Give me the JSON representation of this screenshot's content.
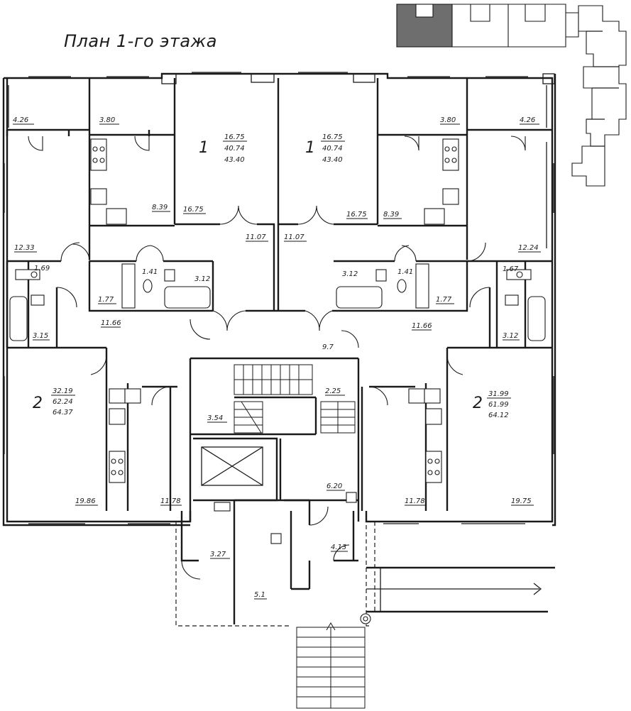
{
  "title": "План 1-го этажа",
  "colors": {
    "line": "#1a1a1a",
    "highlight": "#6e6e6e",
    "background": "#ffffff"
  },
  "apartments": [
    {
      "id": "apt-left-1",
      "rooms": "1",
      "living": "16.75",
      "total": "40.74",
      "total_with_balcony": "43.40"
    },
    {
      "id": "apt-right-1",
      "rooms": "1",
      "living": "16.75",
      "total": "40.74",
      "total_with_balcony": "43.40"
    },
    {
      "id": "apt-left-2",
      "rooms": "2",
      "living": "32.19",
      "total": "62.24",
      "total_with_balcony": "64.37"
    },
    {
      "id": "apt-right-2",
      "rooms": "2",
      "living": "31.99",
      "total": "61.99",
      "total_with_balcony": "64.12"
    }
  ],
  "room_areas": {
    "balcony_left_outer": "4.26",
    "balcony_left_inner": "3.80",
    "balcony_right_inner": "3.80",
    "balcony_right_outer": "4.26",
    "kitchen_left_top": "8.39",
    "room_left_top": "16.75",
    "room_right_top": "16.75",
    "kitchen_right_top": "8.39",
    "hall_left_top": "11.07",
    "hall_right_top": "11.07",
    "kitchen_left_mid": "12.33",
    "kitchen_right_mid": "12.24",
    "wc_left_a": "1.69",
    "wc_right_a": "1.67",
    "wc_left_b": "1.41",
    "wc_right_b": "1.41",
    "bath_left": "3.12",
    "bath_right": "3.12",
    "closet_left": "1.77",
    "closet_right": "1.77",
    "bath_left_side": "3.15",
    "bath_right_side": "3.12",
    "hall_left_mid": "11.66",
    "hall_right_mid": "11.66",
    "corridor": "9.7",
    "stair_landing": "2.25",
    "stair_room": "3.54",
    "lobby": "6.20",
    "room_left_bottom": "19.86",
    "room_left_bottom_2": "11.78",
    "room_right_bottom_2": "11.78",
    "room_right_bottom": "19.75",
    "vestibule": "4.13",
    "entrance_left": "3.27",
    "entrance_hall": "5.1"
  }
}
